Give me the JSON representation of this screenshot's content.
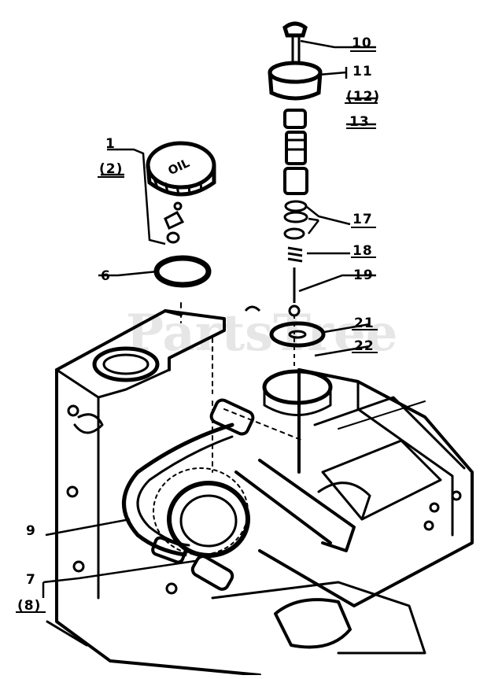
{
  "watermark": "PartsTree",
  "oil_cap_text": "OIL",
  "callouts": [
    {
      "id": "c10",
      "text": "10"
    },
    {
      "id": "c11",
      "text": "11"
    },
    {
      "id": "c12a",
      "text": "(12)"
    },
    {
      "id": "c13",
      "text": "13"
    },
    {
      "id": "c1",
      "text": "1"
    },
    {
      "id": "c2",
      "text": "(2)"
    },
    {
      "id": "c17",
      "text": "17"
    },
    {
      "id": "c18",
      "text": "18"
    },
    {
      "id": "c6",
      "text": "6"
    },
    {
      "id": "c19",
      "text": "19"
    },
    {
      "id": "c21",
      "text": "21"
    },
    {
      "id": "c22",
      "text": "22"
    },
    {
      "id": "c9",
      "text": "9"
    },
    {
      "id": "c7",
      "text": "7"
    },
    {
      "id": "c8",
      "text": "(8)"
    }
  ]
}
